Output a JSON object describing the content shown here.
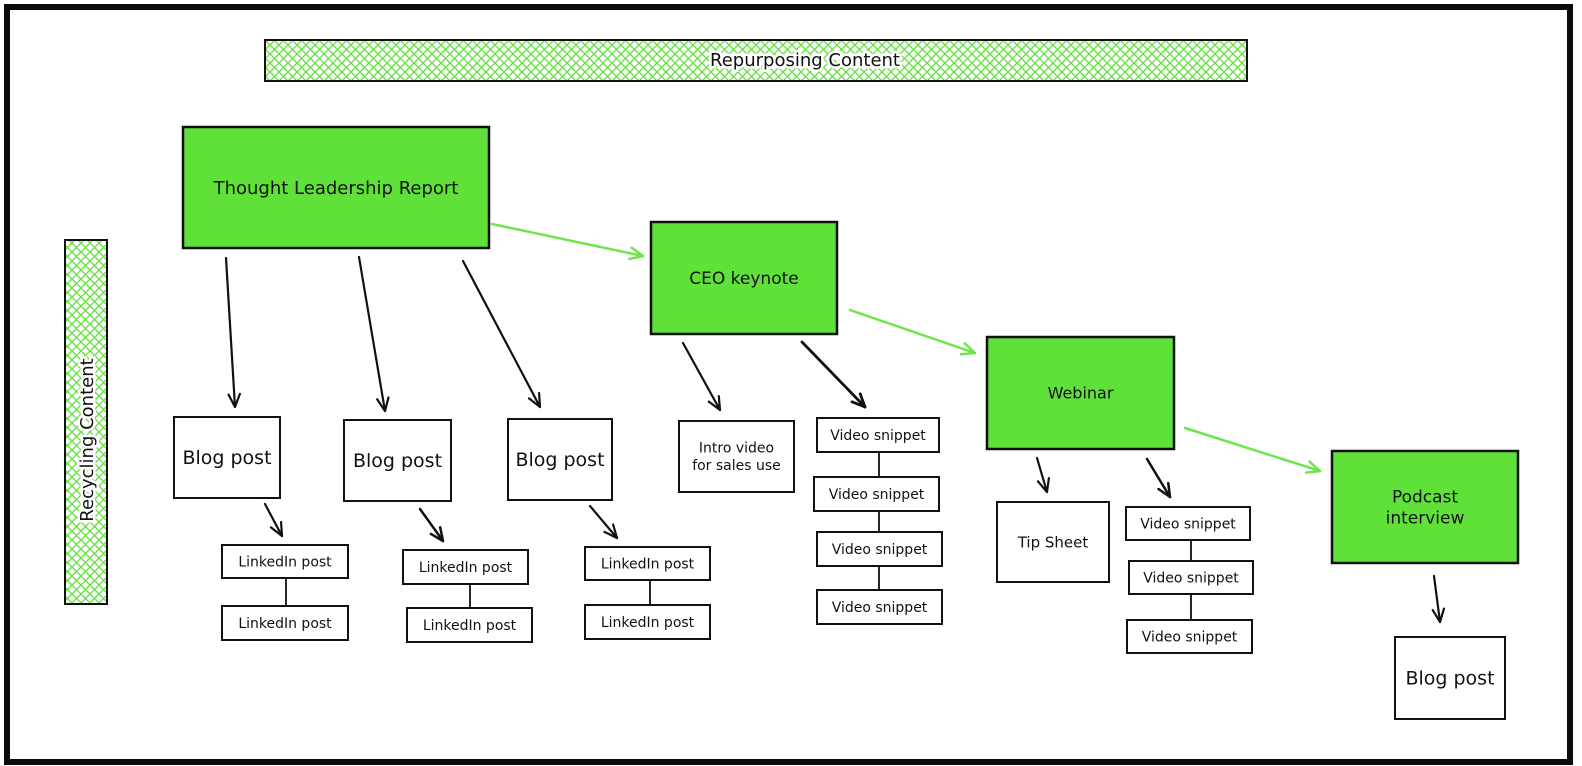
{
  "banners": {
    "top": "Repurposing Content",
    "side": "Recycling Content"
  },
  "colors": {
    "accent": "#5fe13a",
    "flow_arrow": "#6ee64a",
    "stroke": "#111111",
    "background": "#ffffff",
    "hatch": "#5fe13a"
  },
  "nodes": {
    "report": "Thought Leadership Report",
    "ceo": "CEO keynote",
    "webinar": "Webinar",
    "podcast": [
      "Podcast",
      "interview"
    ],
    "blog1": "Blog post",
    "blog2": "Blog post",
    "blog3": "Blog post",
    "blog4": "Blog post",
    "li1": "LinkedIn post",
    "li2": "LinkedIn post",
    "li3": "LinkedIn post",
    "li4": "LinkedIn post",
    "li5": "LinkedIn post",
    "li6": "LinkedIn post",
    "intro": [
      "Intro video",
      "for sales use"
    ],
    "vs1": "Video snippet",
    "vs2": "Video snippet",
    "vs3": "Video snippet",
    "vs4": "Video snippet",
    "vs5": "Video snippet",
    "vs6": "Video snippet",
    "vs7": "Video snippet",
    "tip": "Tip Sheet"
  }
}
